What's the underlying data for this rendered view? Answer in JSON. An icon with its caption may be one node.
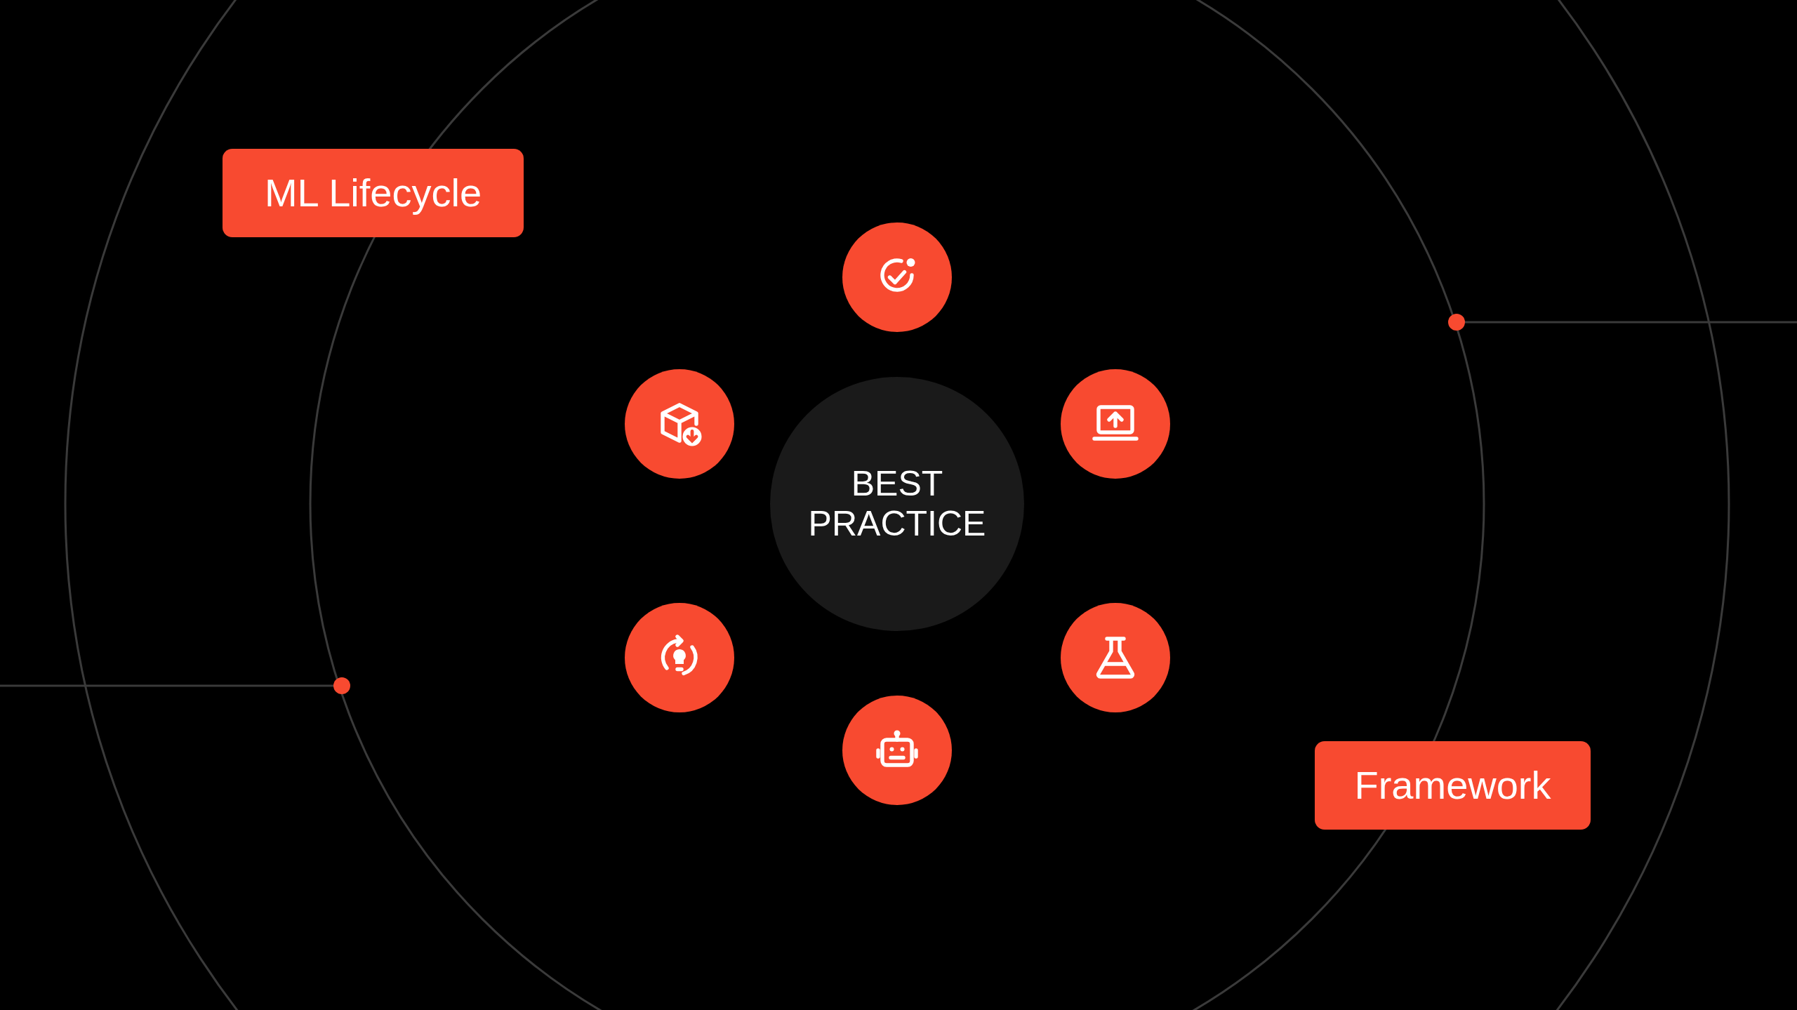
{
  "diagram": {
    "nodes": [
      {
        "text": [
          "ML Lifecycle"
        ]
      },
      {
        "text": [],
        "shape": "circle"
      },
      {
        "text": [],
        "shape": "circle"
      },
      {
        "text": [],
        "shape": "circle"
      },
      {
        "text": [
          "BEST PRACTICE"
        ]
      },
      {
        "text": [],
        "shape": "circle"
      },
      {
        "text": [],
        "shape": "circle"
      },
      {
        "text": [],
        "shape": "circle"
      },
      {
        "text": [
          "Framework"
        ]
      }
    ]
  }
}
